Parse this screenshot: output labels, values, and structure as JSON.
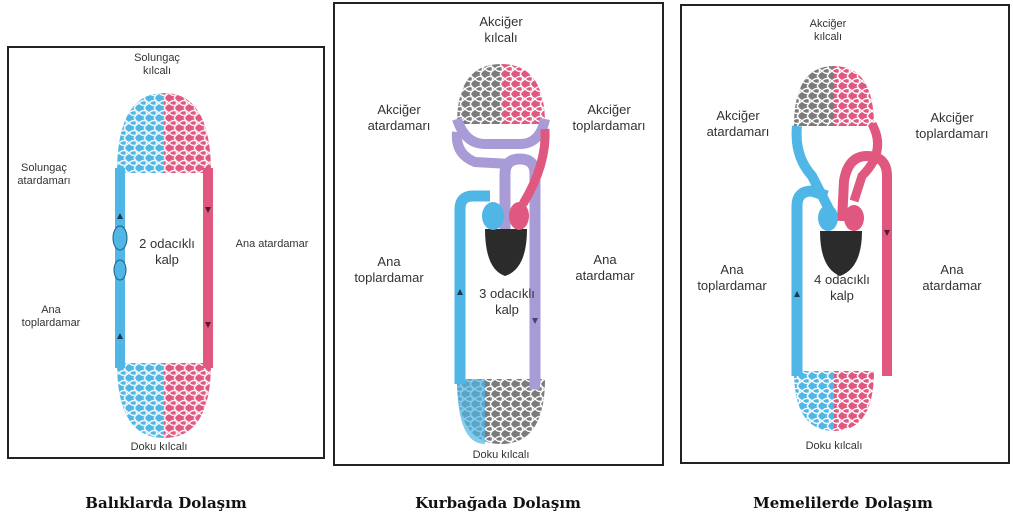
{
  "fish": {
    "gill_capillary": "Solungaç\nkılcalı",
    "gill_artery": "Solungaç\natardamarı",
    "heart": "2 odacıklı\nkalp",
    "main_artery": "Ana atardamar",
    "main_vein": "Ana\ntoplardamar",
    "tissue_capillary": "Doku kılcalı",
    "caption": "Balıklarda Dolaşım"
  },
  "frog": {
    "lung_capillary": "Akciğer\nkılcalı",
    "lung_artery": "Akciğer\natardamarı",
    "lung_vein": "Akciğer\ntoplardamarı",
    "main_vein": "Ana\ntoplardamar",
    "main_artery": "Ana\natardamar",
    "heart": "3 odacıklı\nkalp",
    "tissue_capillary": "Doku kılcalı",
    "caption": "Kurbağada Dolaşım"
  },
  "mammal": {
    "lung_capillary": "Akciğer\nkılcalı",
    "lung_artery": "Akciğer\natardamarı",
    "lung_vein": "Akciğer\ntoplardamarı",
    "main_vein": "Ana\ntoplardamar",
    "main_artery": "Ana\natardamar",
    "heart": "4 odacıklı\nkalp",
    "tissue_capillary": "Doku kılcalı",
    "caption": "Memelilerde Dolaşım"
  },
  "colors": {
    "deoxygenated": "#4fb6e6",
    "oxygenated": "#e0587f",
    "mixed": "#a99bd6",
    "heart_dark": "#2b2b2b",
    "capillary_gray": "#7b7b7b"
  }
}
